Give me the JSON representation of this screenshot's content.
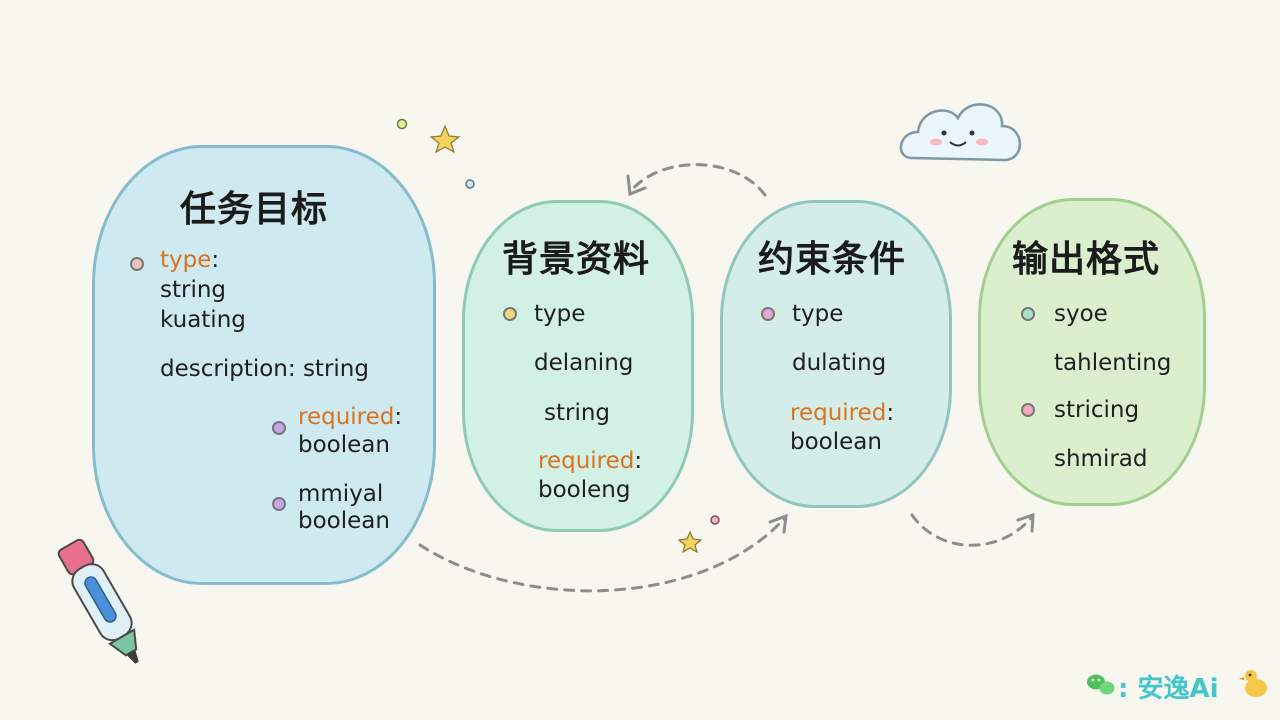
{
  "cards": [
    {
      "title": "任务目标",
      "rows": [
        {
          "key": "type",
          "sep": ":"
        },
        {
          "text": "string"
        },
        {
          "text": "kuating"
        },
        {
          "text": "description: string"
        },
        {
          "key": "required",
          "sep": ":"
        },
        {
          "text": "boolean"
        },
        {
          "text": "mmiyal"
        },
        {
          "text": "boolean"
        }
      ]
    },
    {
      "title": "背景资料",
      "rows": [
        {
          "text": "type"
        },
        {
          "text": "delaning"
        },
        {
          "text": "string"
        },
        {
          "key": "required",
          "sep": ":"
        },
        {
          "text": "booleng"
        }
      ]
    },
    {
      "title": "约束条件",
      "rows": [
        {
          "text": "type"
        },
        {
          "text": "dulating"
        },
        {
          "key": "required",
          "sep": ":"
        },
        {
          "text": "boolean"
        }
      ]
    },
    {
      "title": "输出格式",
      "rows": [
        {
          "text": "syoe"
        },
        {
          "text": "tahlenting"
        },
        {
          "text": "stricing"
        },
        {
          "text": "shmirad"
        }
      ]
    }
  ],
  "watermark": {
    "sep": ":",
    "brand": "安逸Ai"
  },
  "colors": {
    "highlight": "#d9731e",
    "card1": "#cfe9f1",
    "card2": "#d3f0e5",
    "card3": "#d4ede9",
    "card4": "#dbefcf",
    "watermark": "#44c6cc"
  }
}
